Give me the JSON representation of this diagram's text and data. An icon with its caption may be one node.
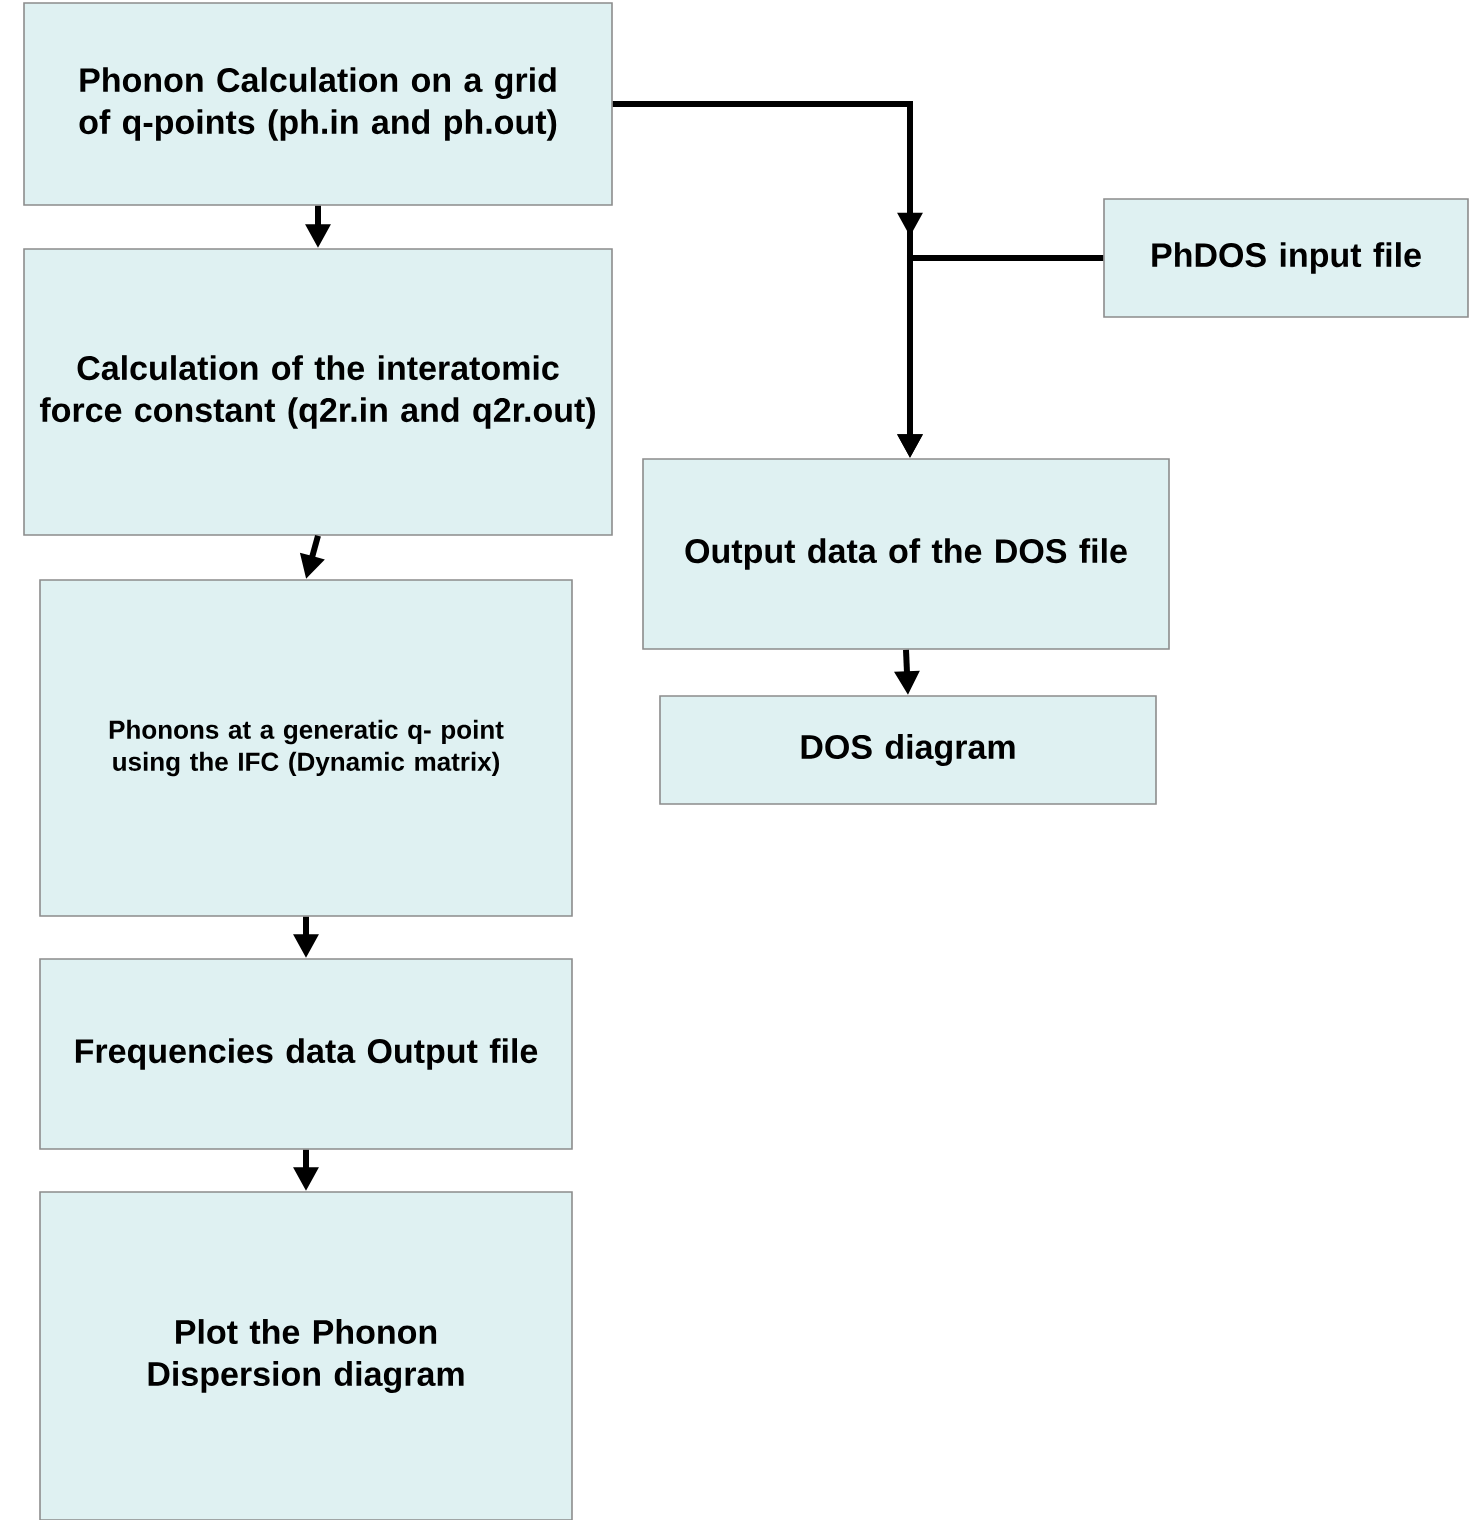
{
  "diagram": {
    "nodes": [
      {
        "text": [
          "Phonon Calculation on a grid of q-points (ph.in and ph.out)"
        ]
      },
      {
        "text": [
          "Calculation of the interatomic force constant (q2r.in and q2r.out)"
        ]
      },
      {
        "text": [
          "Phonons at a generatic q- point using the IFC (Dynamic matrix)"
        ]
      },
      {
        "text": [
          "Frequencies data Output file"
        ]
      },
      {
        "text": [
          "Plot the Phonon Dispersion diagram"
        ]
      },
      {
        "text": [
          "PhDOS input file"
        ]
      },
      {
        "text": [
          "Output data of the DOS file"
        ]
      },
      {
        "text": [
          "DOS diagram"
        ]
      }
    ],
    "edges": [
      {
        "from": 0,
        "to": 1,
        "arrow": "to"
      },
      {
        "from": 1,
        "to": 2,
        "arrow": "to"
      },
      {
        "from": 2,
        "to": 3,
        "arrow": "to"
      },
      {
        "from": 3,
        "to": 4,
        "arrow": "to"
      },
      {
        "from": 0,
        "to": 6,
        "arrow": "to"
      },
      {
        "from": 5,
        "to": 6,
        "arrow": "to"
      },
      {
        "from": 6,
        "to": 7,
        "arrow": "to"
      }
    ]
  }
}
